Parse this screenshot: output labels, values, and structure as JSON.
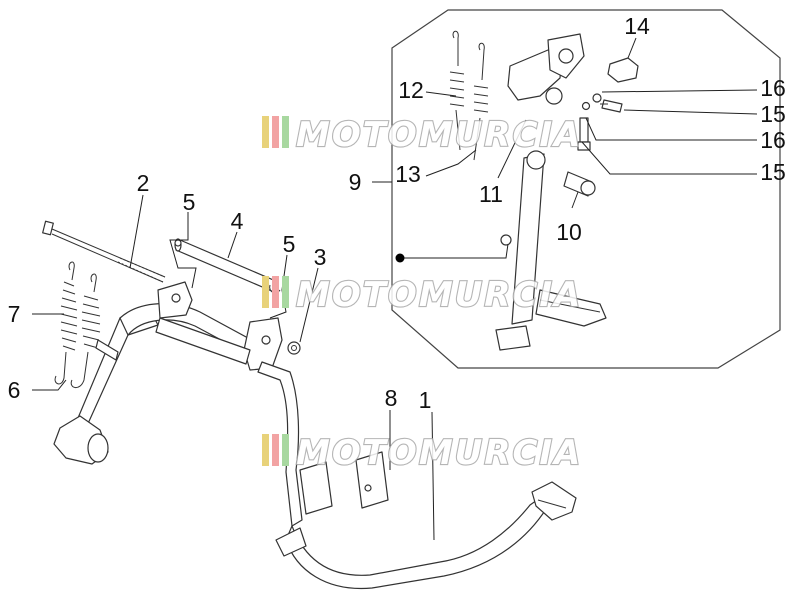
{
  "diagram": {
    "callouts": [
      {
        "id": "c1",
        "label": "1"
      },
      {
        "id": "c2",
        "label": "2"
      },
      {
        "id": "c3",
        "label": "3"
      },
      {
        "id": "c4",
        "label": "4"
      },
      {
        "id": "c5a",
        "label": "5"
      },
      {
        "id": "c5b",
        "label": "5"
      },
      {
        "id": "c6",
        "label": "6"
      },
      {
        "id": "c7",
        "label": "7"
      },
      {
        "id": "c8",
        "label": "8"
      },
      {
        "id": "c9",
        "label": "9"
      },
      {
        "id": "c10",
        "label": "10"
      },
      {
        "id": "c11",
        "label": "11"
      },
      {
        "id": "c12",
        "label": "12"
      },
      {
        "id": "c13",
        "label": "13"
      },
      {
        "id": "c14",
        "label": "14"
      },
      {
        "id": "c15a",
        "label": "15"
      },
      {
        "id": "c15b",
        "label": "15"
      },
      {
        "id": "c16a",
        "label": "16"
      },
      {
        "id": "c16b",
        "label": "16"
      }
    ],
    "watermark": {
      "text": "MOTOMURCIA",
      "colors": [
        "#e8d27a",
        "#f2a3a3",
        "#a8d8a0"
      ]
    }
  }
}
